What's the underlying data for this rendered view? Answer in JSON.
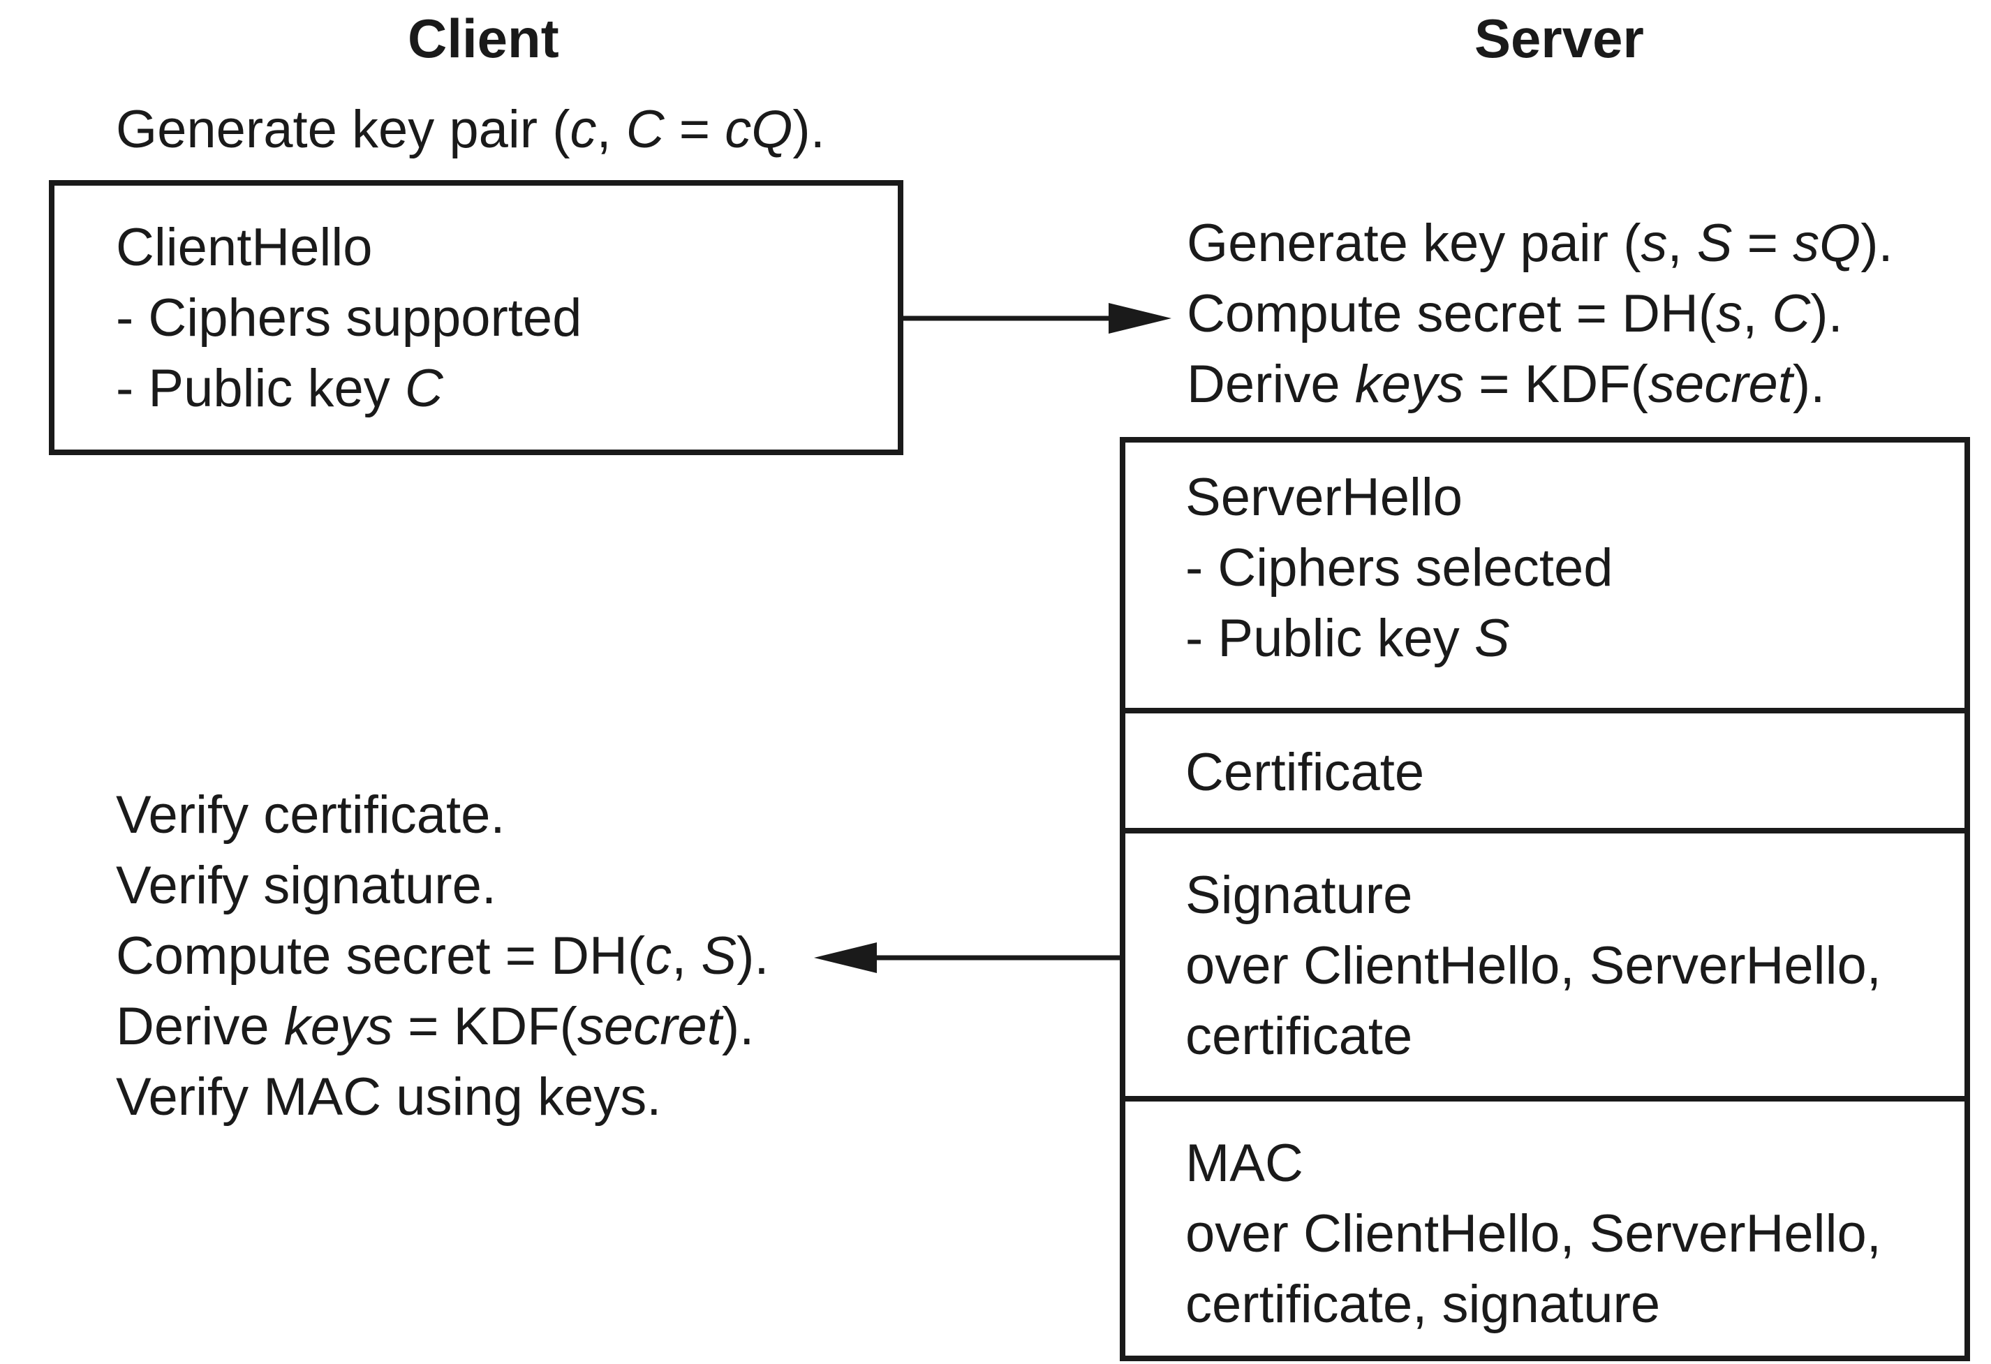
{
  "client": {
    "title": "Client",
    "generate": [
      "Generate key pair (",
      "c",
      ", ",
      "C",
      " = ",
      "cQ",
      ")."
    ],
    "hello": {
      "name": "ClientHello",
      "ciphers": "- Ciphers supported",
      "pubkey": [
        "- Public key ",
        "C"
      ]
    },
    "verify": {
      "cert": "Verify certificate.",
      "sig": "Verify signature.",
      "secret": [
        "Compute secret = DH(",
        "c",
        ", ",
        "S",
        ")."
      ],
      "keys": [
        "Derive ",
        "keys",
        " = KDF(",
        "secret",
        ")."
      ],
      "mac": "Verify MAC using keys."
    }
  },
  "server": {
    "title": "Server",
    "generate": [
      "Generate key pair (",
      "s",
      ", ",
      "S",
      " = ",
      "sQ",
      ")."
    ],
    "secret": [
      "Compute secret = DH(",
      "s",
      ", ",
      "C",
      ")."
    ],
    "keys": [
      "Derive ",
      "keys",
      " = KDF(",
      "secret",
      ")."
    ],
    "hello": {
      "name": "ServerHello",
      "ciphers": "- Ciphers selected",
      "pubkey": [
        "- Public key ",
        "S"
      ]
    },
    "certificate": "Certificate",
    "signature": {
      "title": "Signature",
      "line1": "over ClientHello, ServerHello,",
      "line2": "certificate"
    },
    "mac": {
      "title": "MAC",
      "line1": "over ClientHello, ServerHello,",
      "line2": "certificate, signature"
    }
  }
}
